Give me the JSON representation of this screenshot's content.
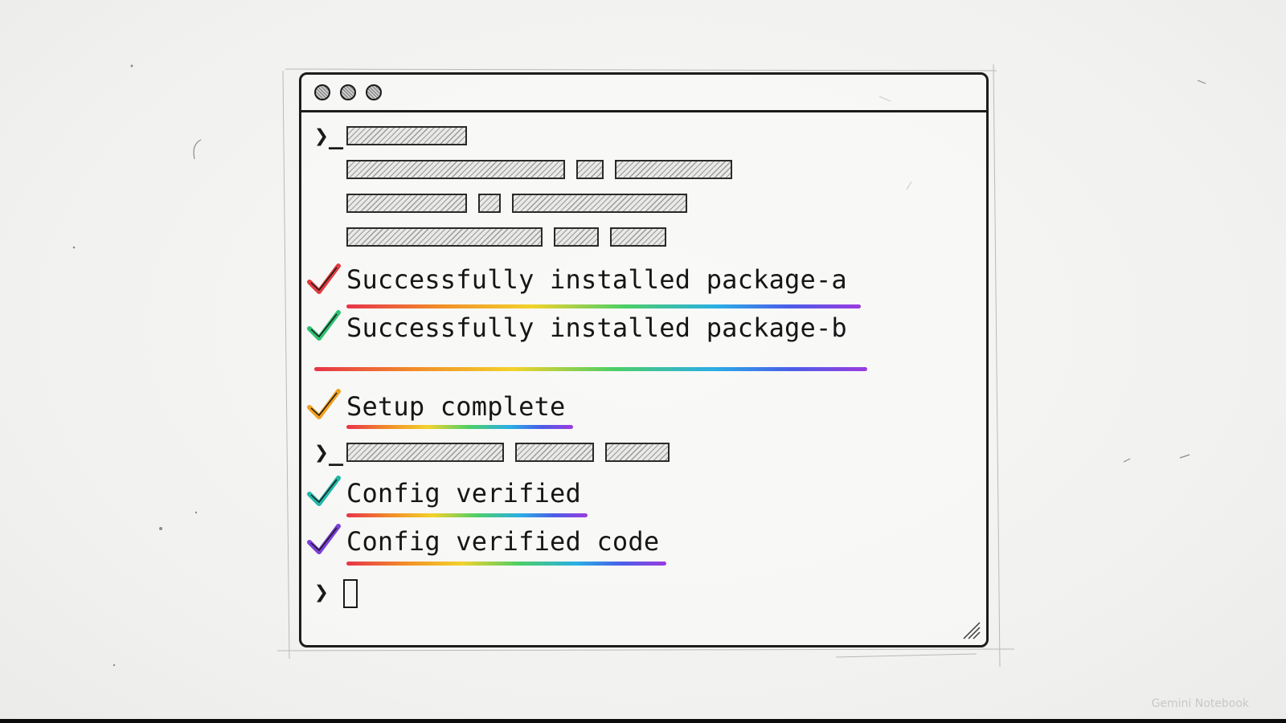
{
  "terminal": {
    "title_dots": [
      "close-dot",
      "minimize-dot",
      "maximize-dot"
    ],
    "lines": {
      "success_a": "Successfully installed package-a",
      "success_b": "Successfully installed package-b",
      "setup": "Setup complete",
      "config": "Config verified",
      "config_code": "Config verified code"
    },
    "prompt_symbol": "❯_",
    "final_prompt_symbol": "❯",
    "check_colors": {
      "success_a": "#e03a3e",
      "success_b": "#2fbf71",
      "setup": "#f0a020",
      "config": "#20b8a8",
      "config_code": "#7a3fd8"
    }
  },
  "watermark": "Gemini Notebook"
}
